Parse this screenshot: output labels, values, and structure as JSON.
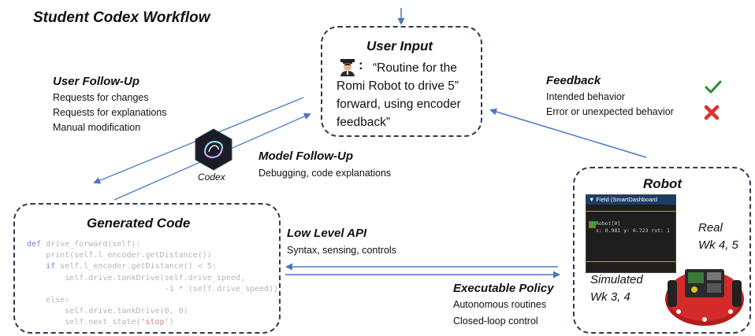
{
  "title": "Student Codex Workflow",
  "user_input": {
    "title": "User Input",
    "quote_lines": [
      "“Routine for the",
      "Romi Robot to drive 5”",
      "forward, using encoder",
      "feedback”"
    ]
  },
  "user_followup": {
    "title": "User Follow-Up",
    "items": [
      "Requests for changes",
      "Requests for explanations",
      "Manual modification"
    ]
  },
  "codex": {
    "label": "Codex"
  },
  "model_followup": {
    "title": "Model Follow-Up",
    "text": "Debugging, code explanations"
  },
  "feedback": {
    "title": "Feedback",
    "items": [
      {
        "text": "Intended behavior",
        "icon": "check-icon",
        "color": "#2e8b2e"
      },
      {
        "text": "Error or unexpected behavior",
        "icon": "cross-icon",
        "color": "#e03030"
      }
    ]
  },
  "generated_code": {
    "title": "Generated  Code",
    "lines": [
      "def drive_forward(self):",
      "    print(self.l_encoder.getDistance())",
      "    if self.l_encoder.getDistance() < 5:",
      "        self.drive.tankDrive(self.drive_speed,",
      "                             -1 * (self.drive_speed))",
      "    else:",
      "        self.drive.tankDrive(0, 0)",
      "        self.next_state('stop')"
    ]
  },
  "low_level_api": {
    "title": "Low Level API",
    "text": "Syntax, sensing, controls"
  },
  "executable_policy": {
    "title": "Executable Policy",
    "items": [
      "Autonomous routines",
      "Closed-loop control"
    ]
  },
  "robot": {
    "title": "Robot",
    "dashboard_title": "Field (SmartDashboard",
    "dashboard_label": "Robot[0]",
    "dashboard_values": "x: 0.981 y: 6.723 rot: 1",
    "real_label": "Real",
    "real_weeks": "Wk 4, 5",
    "sim_label": "Simulated",
    "sim_weeks": "Wk 3, 4"
  },
  "colors": {
    "arrow": "#4a78c2",
    "box_border": "#2c3a52",
    "robot_red": "#d42a2a"
  }
}
